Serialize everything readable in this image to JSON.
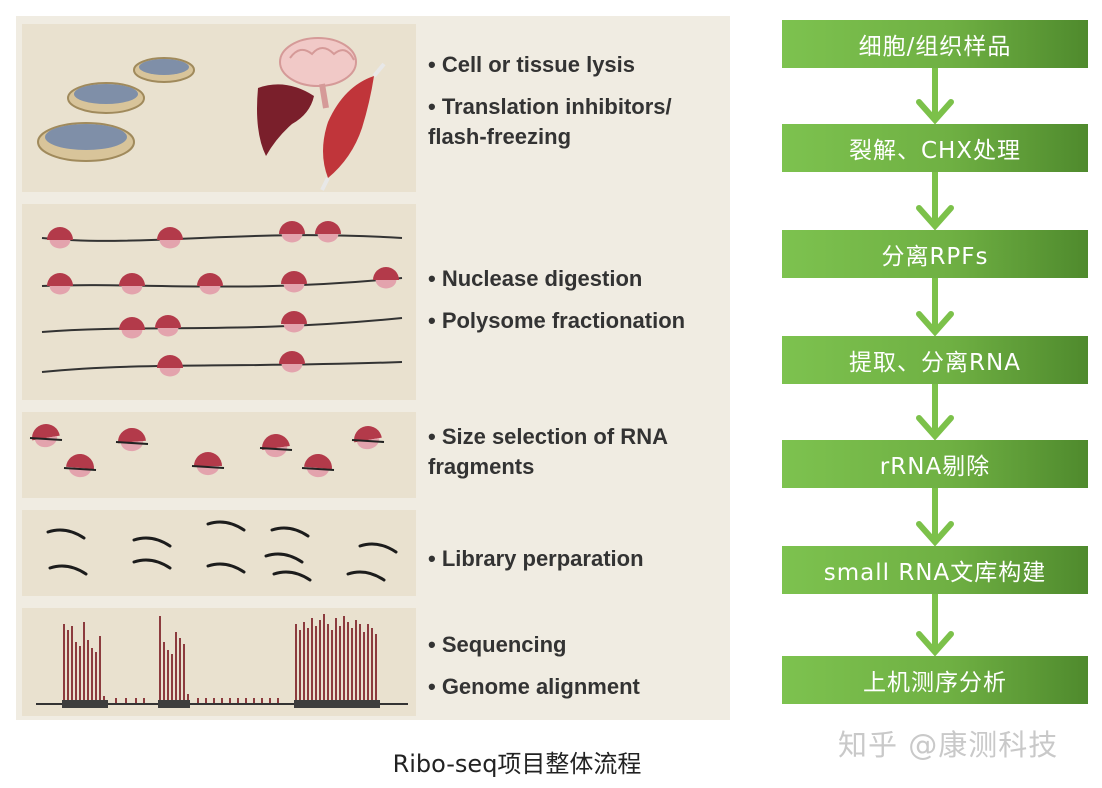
{
  "left_steps": [
    {
      "items": [
        "• Cell or tissue lysis",
        "• Translation inhibitors/",
        "flash-freezing"
      ]
    },
    {
      "items": [
        "• Nuclease digestion",
        "• Polysome fractionation"
      ]
    },
    {
      "items": [
        "• Size selection of RNA",
        "fragments"
      ]
    },
    {
      "items": [
        "• Library perparation"
      ]
    },
    {
      "items": [
        "• Sequencing",
        "• Genome alignment"
      ]
    }
  ],
  "flow_steps": [
    "细胞/组织样品",
    "裂解、CHX处理",
    "分离RPFs",
    "提取、分离RNA",
    "rRNA剔除",
    "small RNA文库构建",
    "上机测序分析"
  ],
  "caption": "Ribo-seq项目整体流程",
  "watermark": "知乎 @康测科技",
  "colors": {
    "flow_green_light": "#7dc24f",
    "flow_green_dark": "#4f8a2d",
    "arrow_green": "#7cc14a",
    "ribosome_dark": "#b33a4a",
    "ribosome_light": "#e3a3ad"
  },
  "icons": [
    "petri-dish-icon",
    "brain-icon",
    "liver-icon",
    "muscle-icon",
    "ribosome-icon"
  ]
}
